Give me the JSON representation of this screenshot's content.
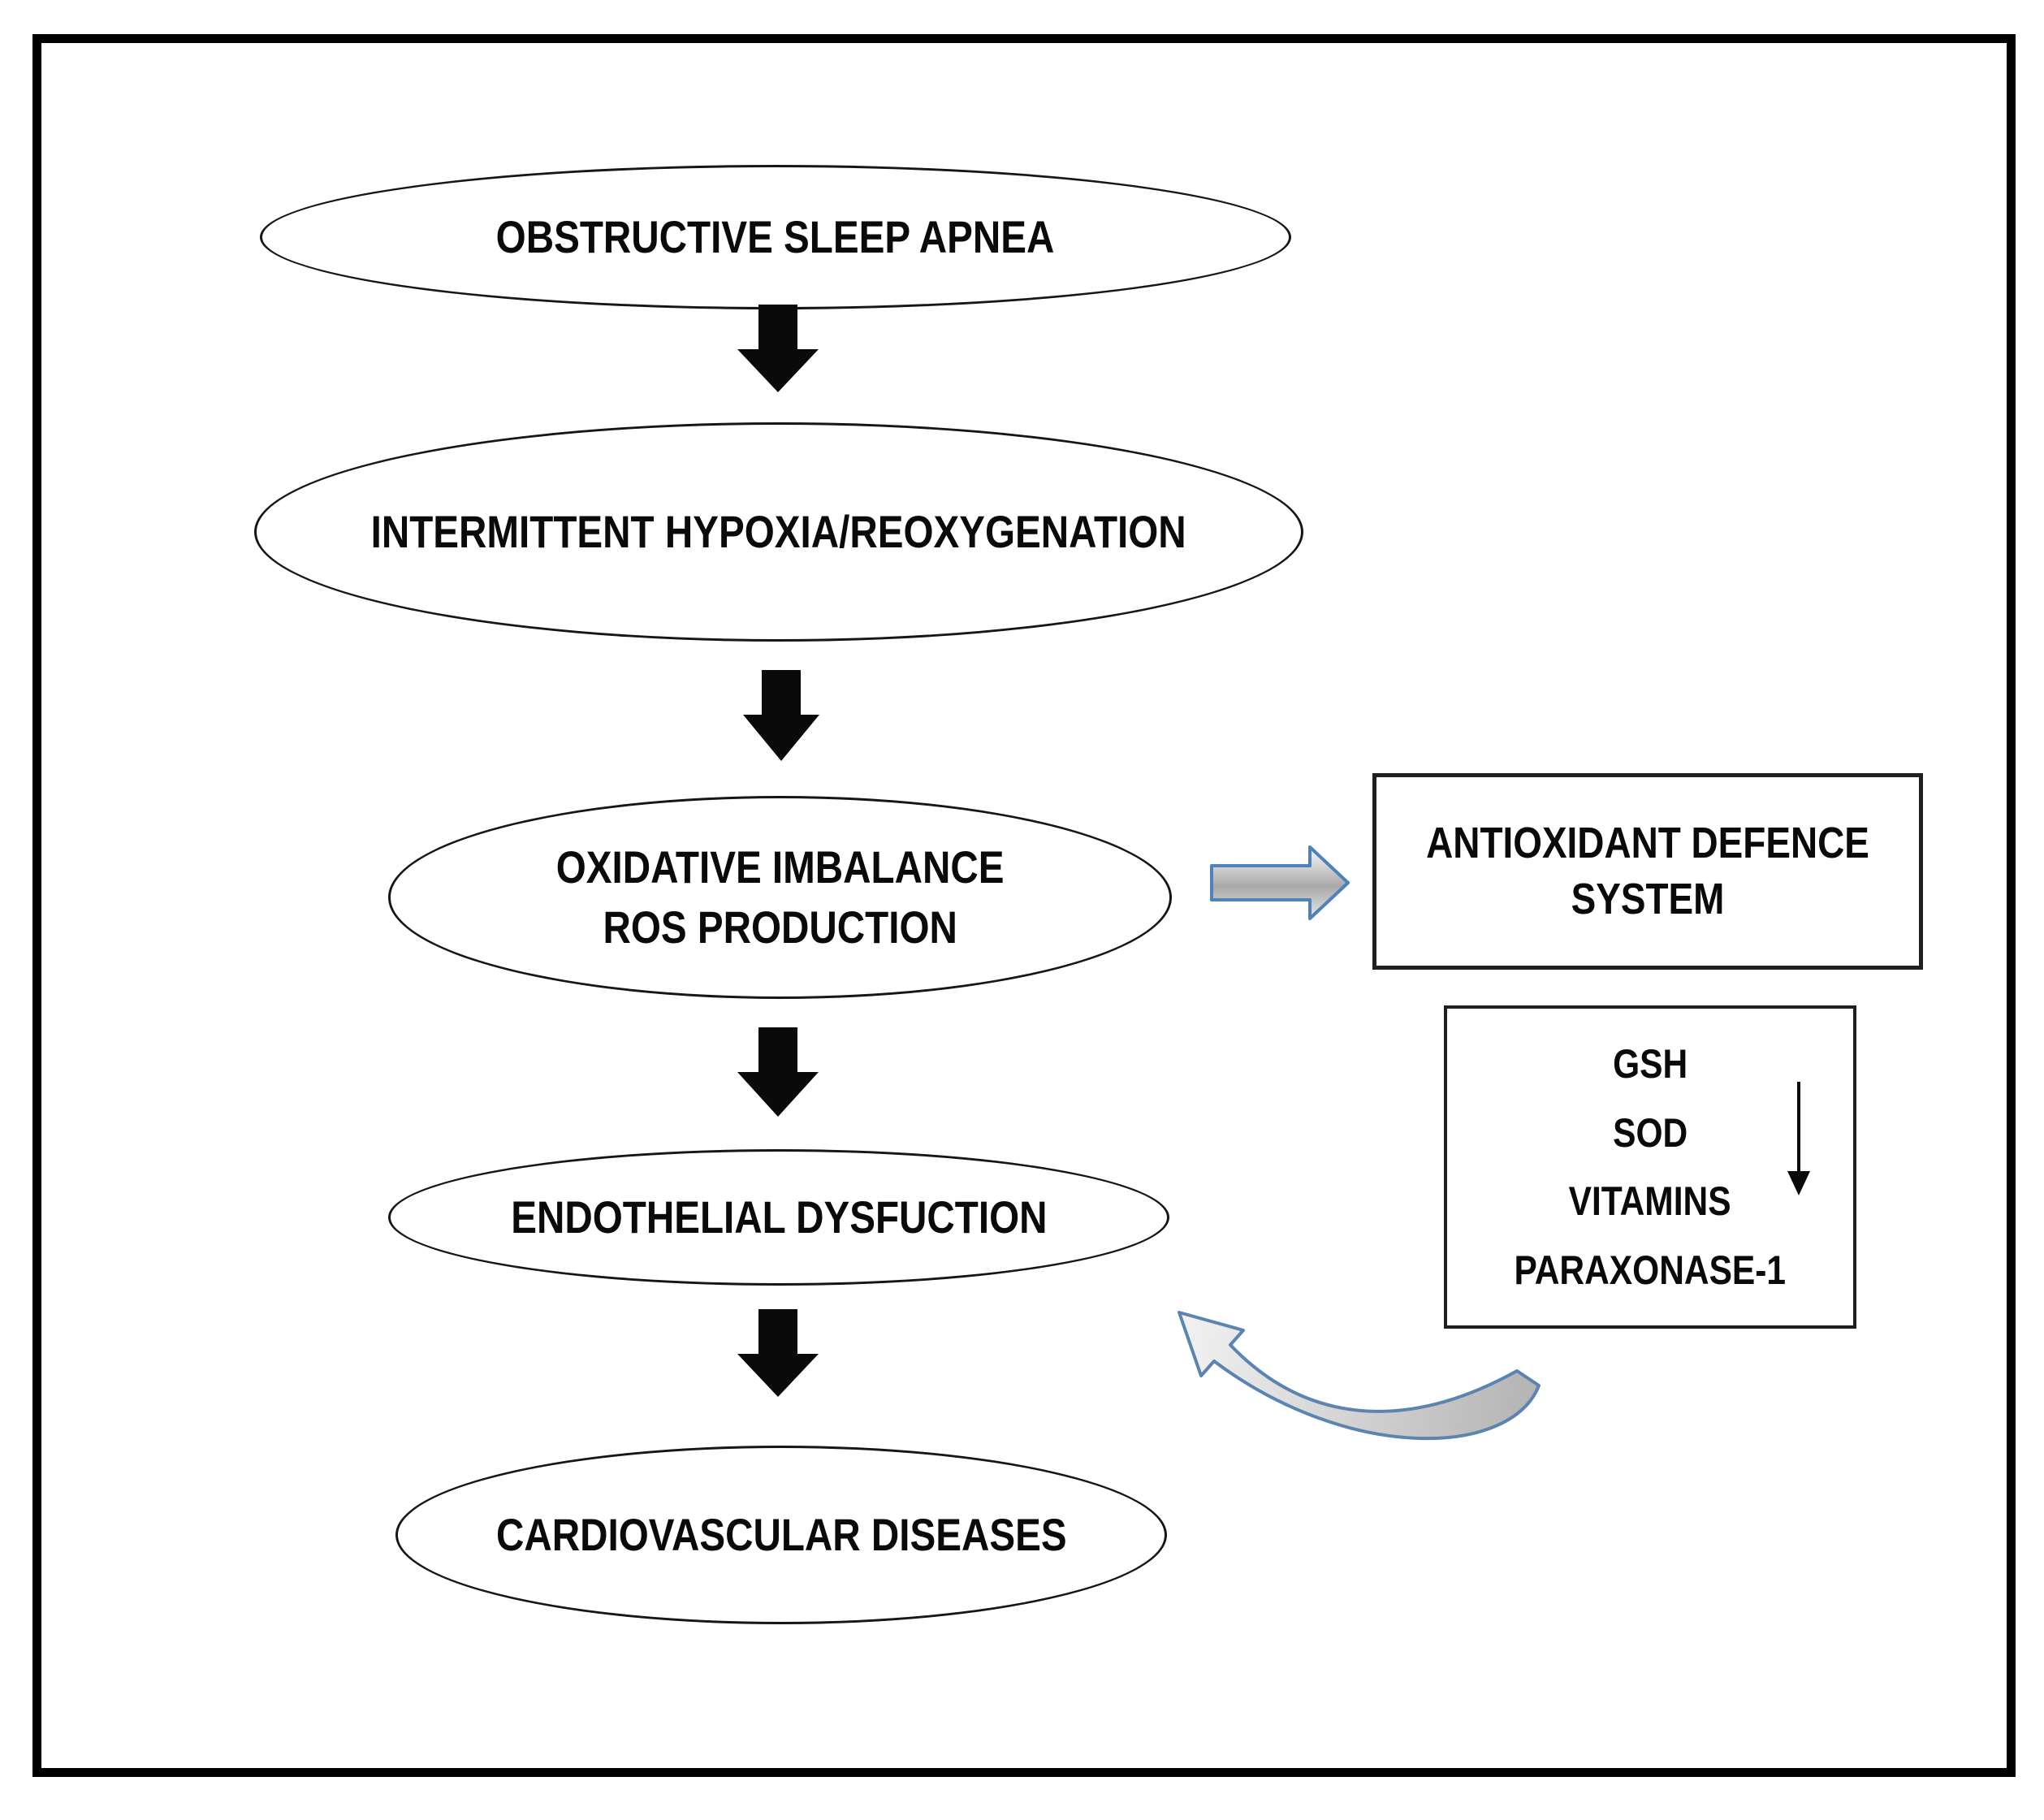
{
  "diagram": {
    "nodes": {
      "osa": {
        "label": "OBSTRUCTIVE SLEEP APNEA"
      },
      "hypoxia": {
        "label": "INTERMITTENT HYPOXIA/REOXYGENATION"
      },
      "oxidative": {
        "line1": "OXIDATIVE IMBALANCE",
        "line2": "ROS PRODUCTION"
      },
      "endothelial": {
        "label": "ENDOTHELIAL DYSFUCTION"
      },
      "cardiovascular": {
        "label": "CARDIOVASCULAR DISEASES"
      },
      "antioxidant": {
        "line1": "ANTIOXIDANT DEFENCE",
        "line2": "SYSTEM"
      },
      "defence_items": [
        "GSH",
        "SOD",
        "VITAMINS",
        "PARAXONASE-1"
      ]
    },
    "edges": [
      {
        "from": "osa",
        "to": "hypoxia",
        "style": "black-block-arrow"
      },
      {
        "from": "hypoxia",
        "to": "oxidative",
        "style": "black-block-arrow"
      },
      {
        "from": "oxidative",
        "to": "endothelial",
        "style": "black-block-arrow"
      },
      {
        "from": "endothelial",
        "to": "cardiovascular",
        "style": "black-block-arrow"
      },
      {
        "from": "oxidative",
        "to": "antioxidant",
        "style": "blue-block-arrow"
      },
      {
        "from": "defence_items",
        "to": "endothelial",
        "style": "curved-arrow"
      },
      {
        "within": "defence_items",
        "style": "thin-down-arrow"
      }
    ],
    "colors": {
      "outline_black": "#000000",
      "arrow_black": "#0a0a0a",
      "arrow_blue_stroke": "#4f81bd",
      "arrow_fill_light": "#f2f2f2",
      "arrow_fill_gray": "#a8a8a8"
    }
  }
}
